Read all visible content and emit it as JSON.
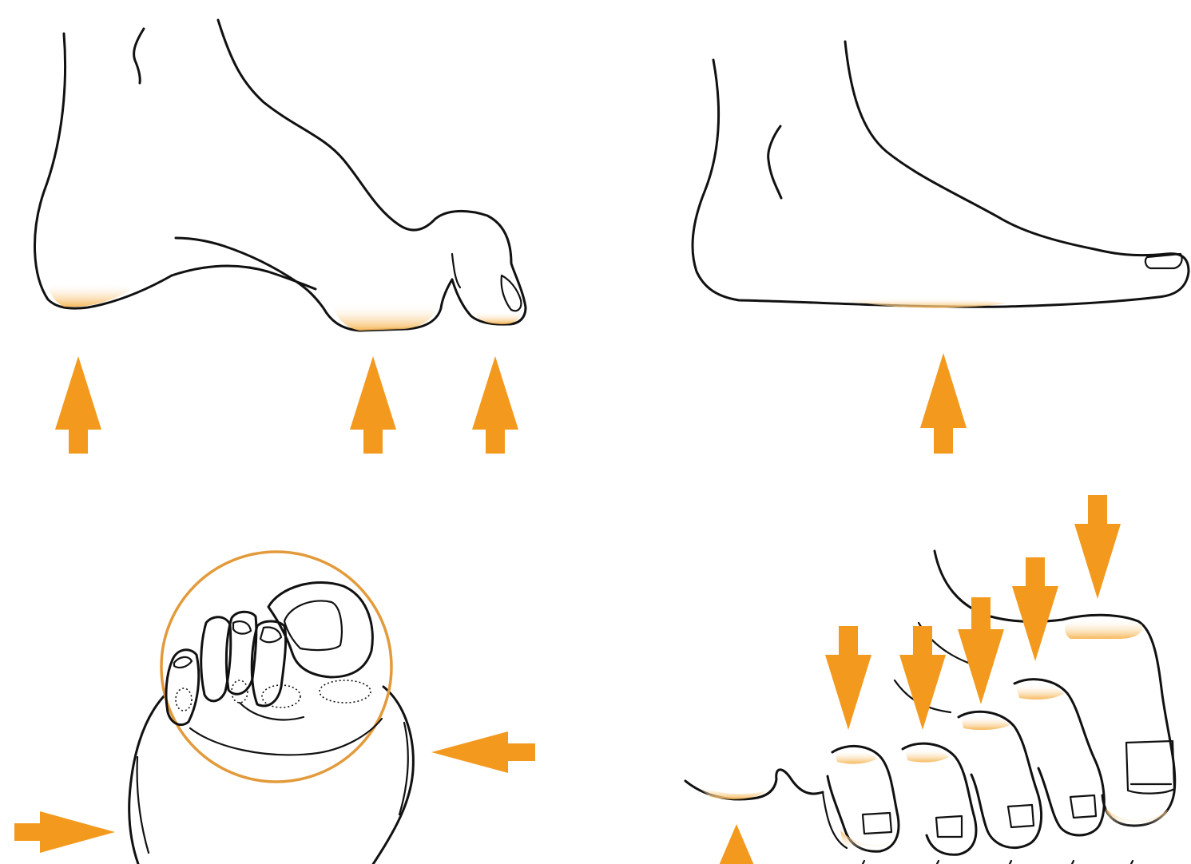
{
  "colors": {
    "accent": "#f39a1e",
    "pressure_shade": "#f6b553",
    "ink": "#111111",
    "background": "#ffffff"
  },
  "panels": [
    {
      "id": "high-arch-foot",
      "arrow_icon": "arrow-up-icon",
      "pressure_points": 3
    },
    {
      "id": "normal-foot",
      "arrow_icon": "arrow-up-icon",
      "pressure_points": 1
    },
    {
      "id": "bunion-front-view",
      "arrow_icon": "arrow-side-icon",
      "pressure_points": 2
    },
    {
      "id": "hammer-toes",
      "arrow_icon": "arrow-down-icon",
      "pressure_points": 6
    }
  ]
}
